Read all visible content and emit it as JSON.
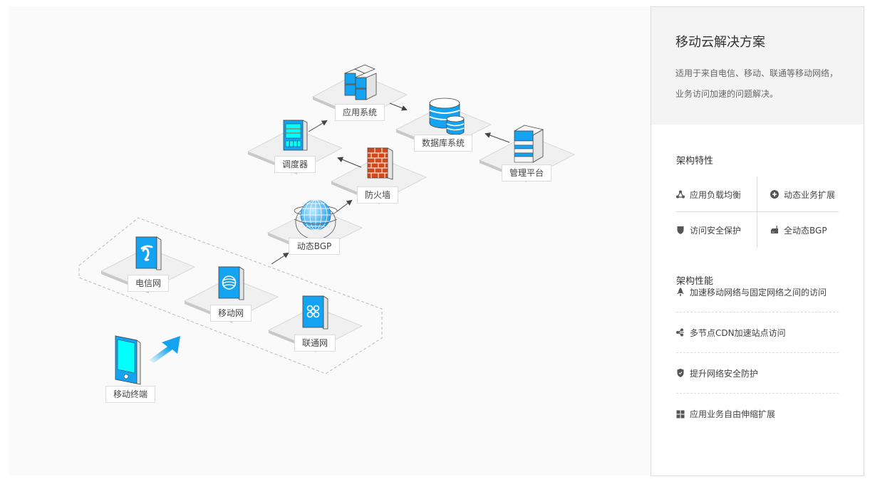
{
  "diagram": {
    "nodes": [
      {
        "id": "app",
        "label": "应用系统",
        "icon": "cubes-icon"
      },
      {
        "id": "db",
        "label": "数据库系统",
        "icon": "database-icon"
      },
      {
        "id": "scheduler",
        "label": "调度器",
        "icon": "scheduler-panel-icon"
      },
      {
        "id": "mgmt",
        "label": "管理平台",
        "icon": "server-stack-icon"
      },
      {
        "id": "firewall",
        "label": "防火墙",
        "icon": "firewall-icon"
      },
      {
        "id": "bgp",
        "label": "动态BGP",
        "icon": "globe-icon"
      },
      {
        "id": "telecom",
        "label": "电信网",
        "icon": "china-telecom-logo-icon"
      },
      {
        "id": "mobile",
        "label": "移动网",
        "icon": "china-mobile-logo-icon"
      },
      {
        "id": "unicom",
        "label": "联通网",
        "icon": "china-unicom-logo-icon"
      },
      {
        "id": "terminal",
        "label": "移动终端",
        "icon": "mobile-phone-icon"
      }
    ],
    "edges": [
      {
        "from": "carrier-group",
        "to": "bgp"
      },
      {
        "from": "bgp",
        "to": "firewall"
      },
      {
        "from": "firewall",
        "to": "scheduler"
      },
      {
        "from": "scheduler",
        "to": "app"
      },
      {
        "from": "app",
        "to": "db"
      },
      {
        "from": "mgmt",
        "to": "db"
      },
      {
        "from": "terminal",
        "to": "carrier-group"
      }
    ],
    "colors": {
      "accent": "#13a3f0",
      "screen": "#00ffff",
      "brick": "#d24a1b",
      "platform": "#f0f0f0",
      "background": "#fafafa"
    }
  },
  "panel": {
    "title": "移动云解决方案",
    "description": "适用于来自电信、移动、联通等移动网络，业务访问加速的问题解决。",
    "features_title": "架构特性",
    "features": [
      {
        "label": "应用负载均衡",
        "icon": "load-balance-icon"
      },
      {
        "label": "动态业务扩展",
        "icon": "plus-circle-icon"
      },
      {
        "label": "访问安全保护",
        "icon": "shield-icon"
      },
      {
        "label": "全动态BGP",
        "icon": "router-icon"
      }
    ],
    "performance_title": "架构性能",
    "performance": [
      {
        "label": "加速移动网络与固定网络之间的访问",
        "icon": "rocket-icon"
      },
      {
        "label": "多节点CDN加速站点访问",
        "icon": "share-nodes-icon"
      },
      {
        "label": "提升网络安全防护",
        "icon": "shield-check-icon"
      },
      {
        "label": "应用业务自由伸缩扩展",
        "icon": "grid-icon"
      }
    ]
  }
}
